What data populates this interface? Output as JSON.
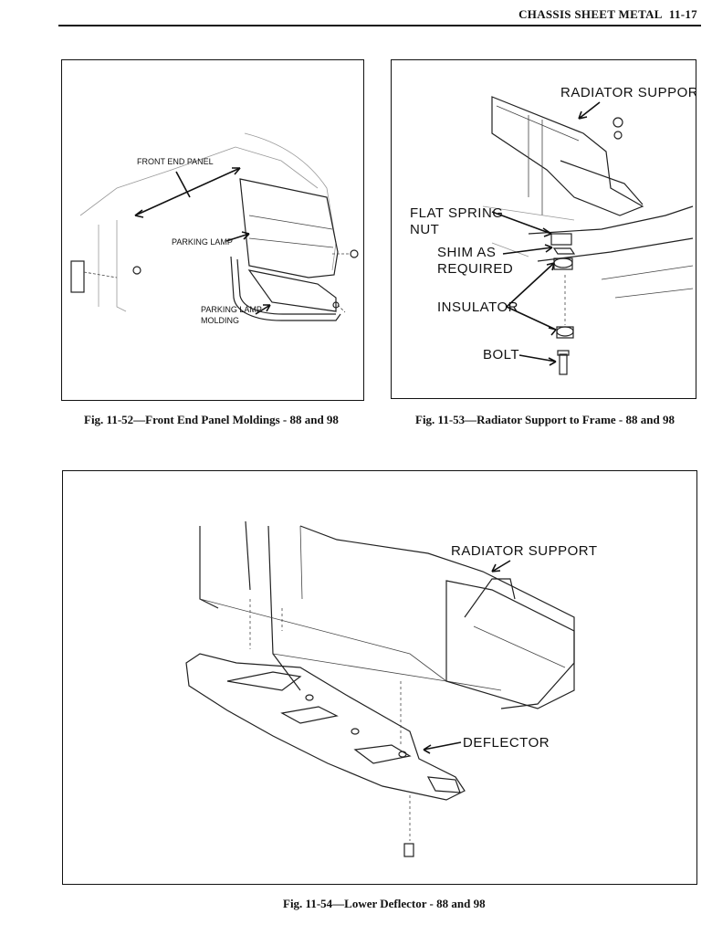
{
  "header": {
    "title": "CHASSIS SHEET METAL",
    "page": "11-17"
  },
  "fig52": {
    "caption": "Fig. 11-52—Front End Panel Moldings - 88 and 98",
    "labels": {
      "front_end_panel": "FRONT END PANEL",
      "parking_lamp": "PARKING LAMP",
      "parking_lamp_molding_1": "PARKING LAMP",
      "parking_lamp_molding_2": "MOLDING"
    }
  },
  "fig53": {
    "caption": "Fig. 11-53—Radiator Support to Frame - 88 and 98",
    "labels": {
      "radiator_support": "RADIATOR SUPPORT",
      "flat_spring_1": "FLAT SPRING",
      "flat_spring_2": "NUT",
      "shim_1": "SHIM AS",
      "shim_2": "REQUIRED",
      "insulator": "INSULATOR",
      "bolt": "BOLT"
    }
  },
  "fig54": {
    "caption": "Fig. 11-54—Lower Deflector - 88 and 98",
    "labels": {
      "radiator_support": "RADIATOR SUPPORT",
      "deflector": "DEFLECTOR"
    }
  }
}
